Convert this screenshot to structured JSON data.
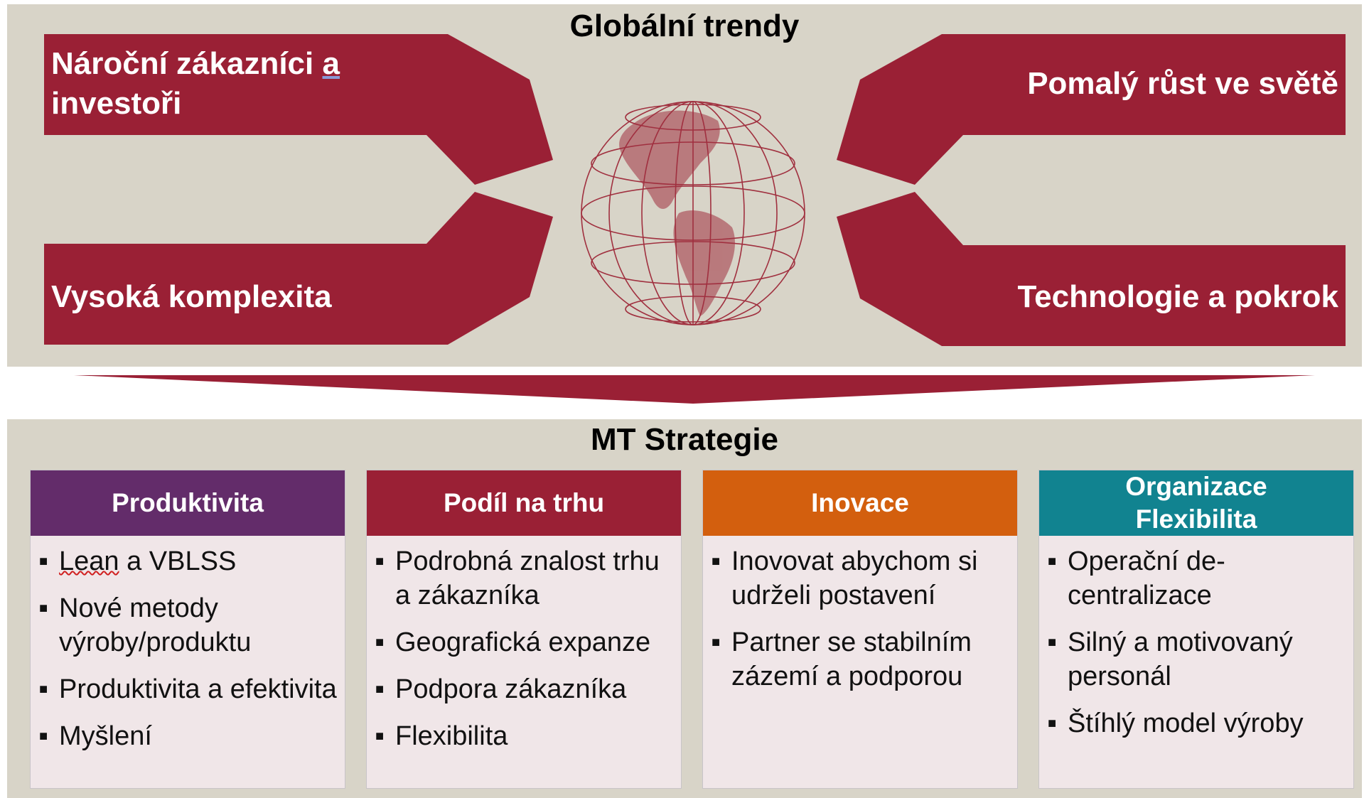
{
  "top": {
    "title": "Globální trendy",
    "labels": {
      "tl_line1": "Nároční zákazníci",
      "tl_connector": "a",
      "tl_line2": "investoři",
      "bl": "Vysoká komplexita",
      "tr": "Pomalý růst ve světě",
      "br": "Technologie a pokrok"
    }
  },
  "middle": {
    "title": "MT Strategie"
  },
  "colors": {
    "panel_bg": "#d8d4c8",
    "arrow": "#9a2035",
    "globe": "#a0303f",
    "card_body": "#f0e6e8"
  },
  "cards": [
    {
      "title": "Produktivita",
      "color": "#632c6a",
      "first_word": "Lean",
      "first_rest": " a VBLSS",
      "items": [
        "Nové metody výroby/produktu",
        "Produktivita a efektivita",
        "Myšlení"
      ]
    },
    {
      "title": "Podíl na trhu",
      "color": "#9a2035",
      "items": [
        "Podrobná znalost trhu a zákazníka",
        "Geografická expanze",
        "Podpora zákazníka",
        "Flexibilita"
      ]
    },
    {
      "title": "Inovace",
      "color": "#d35f0e",
      "items": [
        "Inovovat abychom si udrželi postavení",
        "Partner se stabilním zázemí a podporou"
      ]
    },
    {
      "title_line1": "Organizace",
      "title_line2": "Flexibilita",
      "color": "#118390",
      "items": [
        "Operační de-centralizace",
        "Silný a motivovaný personál",
        "Štíhlý model  výroby"
      ]
    }
  ],
  "icons": {
    "globe": "globe-icon",
    "bullet": "square-bullet-icon"
  }
}
